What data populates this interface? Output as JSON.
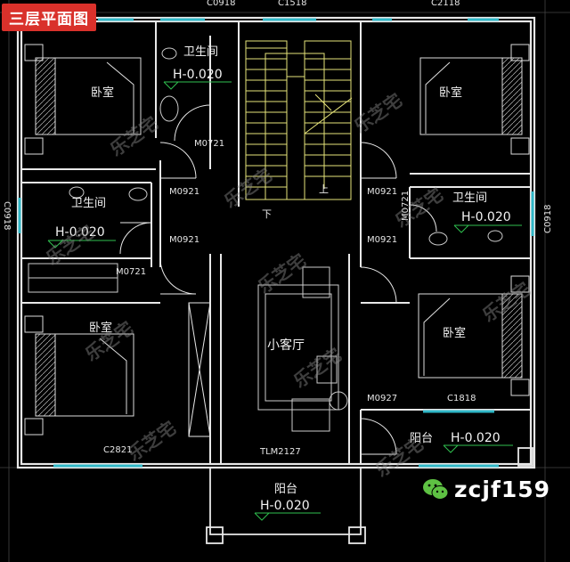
{
  "title": "三层平面图",
  "watermark": "乐芝宅",
  "wechat_id": "zcjf159",
  "rooms": {
    "bedroom_tl": "卧室",
    "bedroom_tr": "卧室",
    "bedroom_bl": "卧室",
    "bedroom_br": "卧室",
    "bathroom_top": "卫生间",
    "bathroom_left": "卫生间",
    "bathroom_right": "卫生间",
    "living": "小客厅",
    "balcony_right": "阳台",
    "balcony_bottom": "阳台"
  },
  "elevations": {
    "bathroom_top": "H-0.020",
    "bathroom_left": "H-0.020",
    "bathroom_right": "H-0.020",
    "balcony_right": "H-0.020",
    "balcony_bottom": "H-0.020"
  },
  "door_codes": {
    "m0721_top": "M0721",
    "m0921_left_upper": "M0921",
    "m0921_left_lower": "M0921",
    "m0921_right_upper": "M0921",
    "m0921_right_lower": "M0921",
    "m0721_left": "M0721",
    "m0721_right": "M0721",
    "m0927": "M0927",
    "tlm2127": "TLM2127"
  },
  "window_codes": {
    "c0918_top_left": "C0918",
    "c1518": "C1518",
    "c2118": "C2118",
    "c0918_left": "C0918",
    "c0918_right": "C0918",
    "c1818": "C1818",
    "c2821": "C2821"
  },
  "stair": {
    "up": "上",
    "down": "下"
  }
}
